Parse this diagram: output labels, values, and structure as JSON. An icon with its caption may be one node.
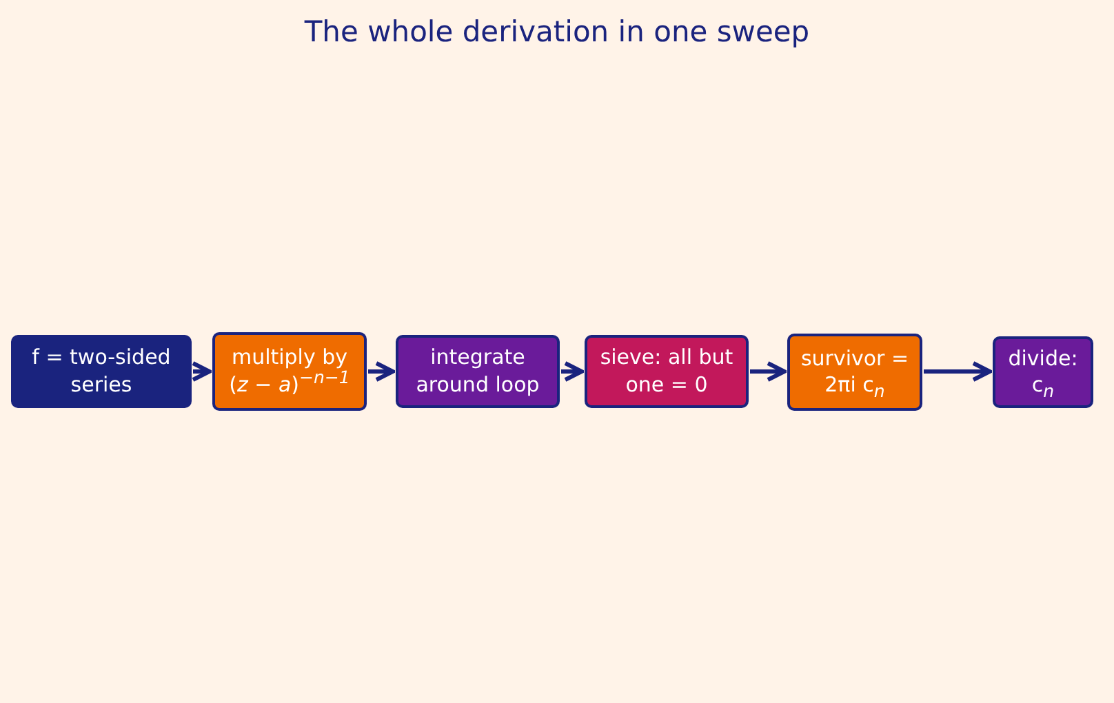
{
  "diagram": {
    "title": "The whole derivation in one sweep",
    "nodes": [
      {
        "text": [
          "f = two-sided series"
        ]
      },
      {
        "text": [
          "multiply by (*z* − *a*)$^{−n−1}$"
        ]
      },
      {
        "text": [
          "integrate around loop"
        ]
      },
      {
        "text": [
          "sieve: all but one = 0"
        ]
      },
      {
        "text": [
          "survivor = 2πi c$_{n}$"
        ]
      },
      {
        "text": [
          "divide: c$_{n}$"
        ]
      }
    ],
    "edges": [
      {
        "from": 0,
        "to": 1,
        "arrow": "to"
      },
      {
        "from": 1,
        "to": 2,
        "arrow": "to"
      },
      {
        "from": 2,
        "to": 3,
        "arrow": "to"
      },
      {
        "from": 3,
        "to": 4,
        "arrow": "to"
      },
      {
        "from": 4,
        "to": 5,
        "arrow": "to"
      }
    ]
  }
}
